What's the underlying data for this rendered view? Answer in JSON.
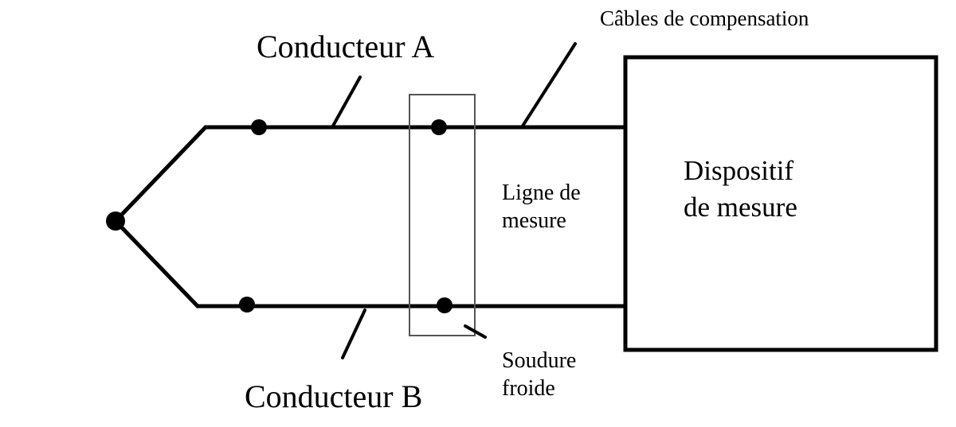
{
  "labels": {
    "conductor_a": "Conducteur A",
    "conductor_b": "Conducteur B",
    "compensation_cables": "Câbles de compensation",
    "measuring_device_line1": "Dispositif",
    "measuring_device_line2": "de mesure",
    "measuring_line_line1": "Ligne de",
    "measuring_line_line2": "mesure",
    "cold_junction_line1": "Soudure",
    "cold_junction_line2": "froide"
  },
  "colors": {
    "line": "#000000",
    "frame": "#555555",
    "background": "#ffffff"
  }
}
